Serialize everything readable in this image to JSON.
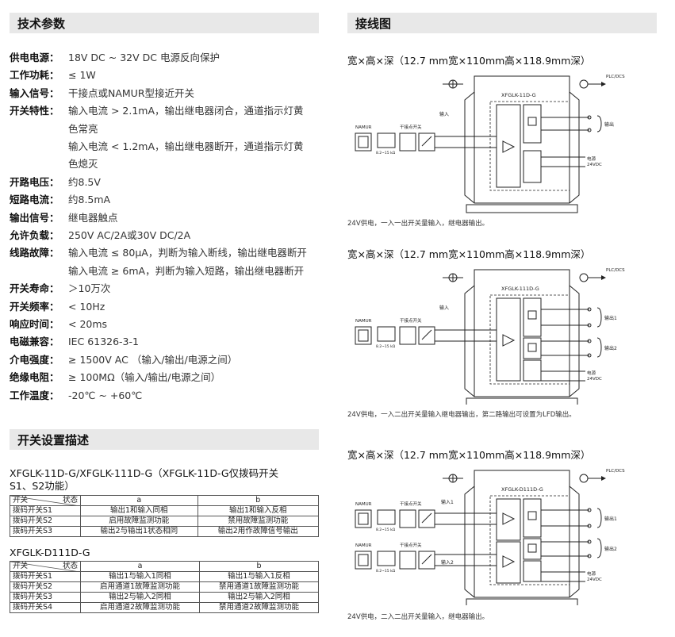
{
  "tech": {
    "title": "技术参数",
    "specs": [
      {
        "label": "供电电源：",
        "value": "18V DC ~ 32V DC     电源反向保护"
      },
      {
        "label": "工作功耗：",
        "value": "≤ 1W"
      },
      {
        "label": "输入信号：",
        "value": "干接点或NAMUR型接近开关"
      },
      {
        "label": "开关特性：",
        "value": "输入电流 > 2.1mA，输出继电器闭合，通道指示灯黄",
        "cont": [
          "色常亮",
          "输入电流 < 1.2mA，输出继电器断开，通道指示灯黄",
          "色熄灭"
        ]
      },
      {
        "label": "开路电压：",
        "value": "约8.5V"
      },
      {
        "label": "短路电流：",
        "value": "约8.5mA"
      },
      {
        "label": "输出信号：",
        "value": "继电器触点"
      },
      {
        "label": "允许负载：",
        "value": "250V AC/2A或30V DC/2A"
      },
      {
        "label": "线路故障：",
        "value": "输入电流 ≤ 80μA，判断为输入断线，输出继电器断开",
        "cont": [
          "输入电流 ≥ 6mA，判断为输入短路，输出继电器断开"
        ]
      },
      {
        "label": "开关寿命：",
        "value": "＞10万次"
      },
      {
        "label": "开关频率：",
        "value": "< 10Hz"
      },
      {
        "label": "响应时间：",
        "value": "< 20ms"
      },
      {
        "label": "电磁兼容：",
        "value": "IEC 61326-3-1"
      },
      {
        "label": "介电强度：",
        "value": "≥ 1500V AC  （输入/输出/电源之间）"
      },
      {
        "label": "绝缘电阻：",
        "value": "≥ 100MΩ（输入/输出/电源之间）"
      },
      {
        "label": "工作温度：",
        "value": "-20℃ ~ +60℃"
      }
    ]
  },
  "switch": {
    "title": "开关设置描述",
    "model1": "XFGLK-11D-G/XFGLK-111D-G（XFGLK-11D-G仅拨码开关",
    "model1b": "S1、S2功能）",
    "table1": {
      "head": [
        "开关",
        "状态",
        "a",
        "b"
      ],
      "rows": [
        [
          "拨码开关S1",
          "输出1和输入同相",
          "输出1和输入反相"
        ],
        [
          "拨码开关S2",
          "启用故障监测功能",
          "禁用故障监测功能"
        ],
        [
          "拨码开关S3",
          "输出2与输出1状态相同",
          "输出2用作故障信号输出"
        ]
      ]
    },
    "model2": "XFGLK-D111D-G",
    "table2": {
      "head": [
        "开关",
        "状态",
        "a",
        "b"
      ],
      "rows": [
        [
          "拨码开关S1",
          "输出1与输入1同相",
          "输出1与输入1反相"
        ],
        [
          "拨码开关S2",
          "启用通道1故障监测功能",
          "禁用通道1故障监测功能"
        ],
        [
          "拨码开关S3",
          "输出2与输入2同相",
          "输出2与输入2同相"
        ],
        [
          "拨码开关S4",
          "启用通道2故障监测功能",
          "禁用通道2故障监测功能"
        ]
      ]
    }
  },
  "wiring": {
    "title": "接线图",
    "diagrams": [
      {
        "dim": "宽×高×深（12.7 mm宽×110mm高×118.9mm深）",
        "model": "XFGLK-11D-G",
        "caption": "24V供电，一入一出开关量输入，继电器输出。"
      },
      {
        "dim": "宽×高×深（12.7 mm宽×110mm高×118.9mm深）",
        "model": "XFGLK-111D-G",
        "caption": "24V供电，一入二出开关量输入继电器输出，第二路输出可设置为LFD输出。"
      },
      {
        "dim": "宽×高×深（12.7 mm宽×110mm高×118.9mm深）",
        "model": "XFGLK-D111D-G",
        "caption": "24V供电，二入二出开关量输入，继电器输出。"
      }
    ],
    "labels": {
      "plc": "PLC/DCS",
      "input": "输入",
      "input1": "输入1",
      "input2": "输入2",
      "namur": "NAMUR",
      "dry": "干接点开关",
      "out": "输出",
      "out1": "输出1",
      "out2": "输出2",
      "power": "电源",
      "v24": "24VDC",
      "res": "8.2~15 kΩ"
    }
  },
  "colors": {
    "header_bg": "#e8e8e8",
    "line": "#222222"
  }
}
